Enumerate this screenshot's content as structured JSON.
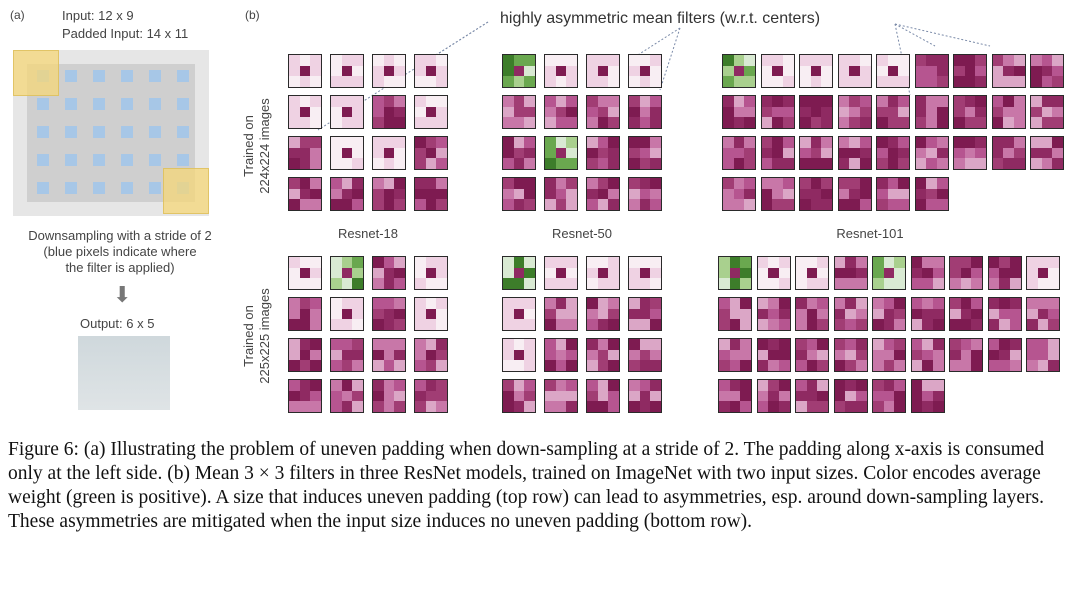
{
  "panel_a": {
    "tag": "(a)",
    "input_label": "Input: 12 x 9",
    "padded_label": "Padded Input: 14 x 11",
    "downsampling_text_1": "Downsampling with a stride of 2",
    "downsampling_text_2": "(blue pixels indicate where",
    "downsampling_text_3": "the filter is applied)",
    "arrow": "⬇",
    "output_label": "Output: 6 x 5"
  },
  "panel_b": {
    "tag": "(b)",
    "annotation": "highly asymmetric mean filters (w.r.t. centers)",
    "row_top_label_1": "Trained on",
    "row_top_label_2": "224x224 images",
    "row_bottom_label_1": "Trained on",
    "row_bottom_label_2": "225x225 images",
    "models": [
      "Resnet-18",
      "Resnet-50",
      "Resnet-101"
    ]
  },
  "colors": {
    "positive": "#3d7d2a",
    "negative": "#8b1a57",
    "neutral": "#f7f0f4"
  },
  "caption": "Figure 6: (a) Illustrating the problem of uneven padding when down-sampling at a stride of 2. The padding along x-axis is consumed only at the left side. (b) Mean 3 × 3 filters in three ResNet models, trained on ImageNet with two input sizes. Color encodes average weight (green is positive). A size that induces uneven padding (top row) can lead to asymmetries, esp. around down-sampling layers. These asymmetries are mitigated when the input size induces no uneven padding (bottom row)."
}
